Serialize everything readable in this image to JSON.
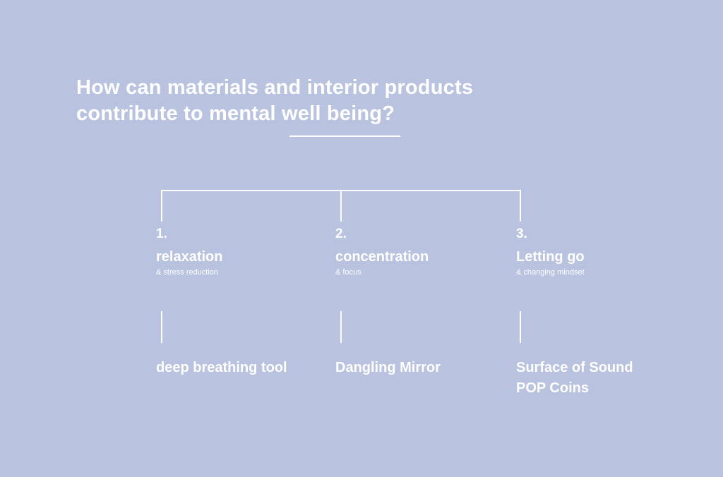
{
  "question": {
    "line_1": "How can materials and interior products",
    "line_2": "contribute to mental well being?"
  },
  "categories": [
    {
      "number": "1.",
      "title": "relaxation",
      "subtitle": "& stress reduction",
      "products": [
        "deep breathing tool"
      ]
    },
    {
      "number": "2.",
      "title": "concentration",
      "subtitle": "& focus",
      "products": [
        "Dangling Mirror"
      ]
    },
    {
      "number": "3.",
      "title": "Letting go",
      "subtitle": "& changing mindset",
      "products": [
        "Surface of Sound",
        "POP Coins"
      ]
    }
  ],
  "colors": {
    "background": "#b9c3df",
    "foreground": "#ffffff"
  }
}
